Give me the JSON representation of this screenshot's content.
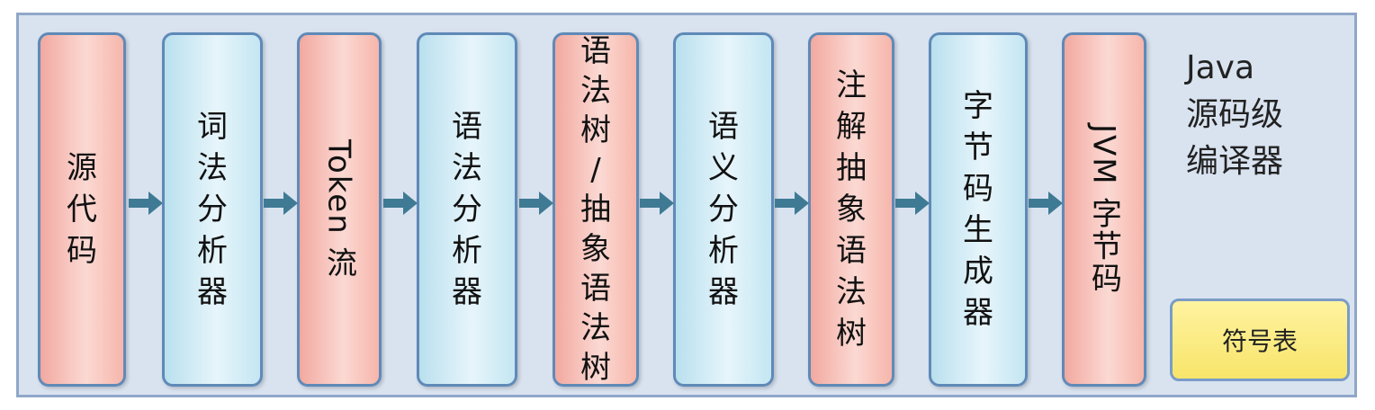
{
  "stages": [
    {
      "label": "源代码",
      "kind": "red"
    },
    {
      "label": "词法分析器",
      "kind": "blue"
    },
    {
      "label": "Token 流",
      "kind": "red"
    },
    {
      "label": "语法分析器",
      "kind": "blue"
    },
    {
      "label": "语法树/ 抽象语法树",
      "kind": "red"
    },
    {
      "label": "语义分析器",
      "kind": "blue"
    },
    {
      "label": "注解抽象语法树",
      "kind": "red"
    },
    {
      "label": "字节码生成器",
      "kind": "blue"
    },
    {
      "label": "JVM 字节码",
      "kind": "red"
    }
  ],
  "title_lines": [
    "Java",
    "源码级",
    "编译器"
  ],
  "symbol_table": "符号表",
  "colors": {
    "red_box": "#f2a9a0",
    "blue_box": "#b9e0ee",
    "arrow": "#3f7a94",
    "frame": "#d9e3f0",
    "symbol_box": "#f7e56a"
  }
}
